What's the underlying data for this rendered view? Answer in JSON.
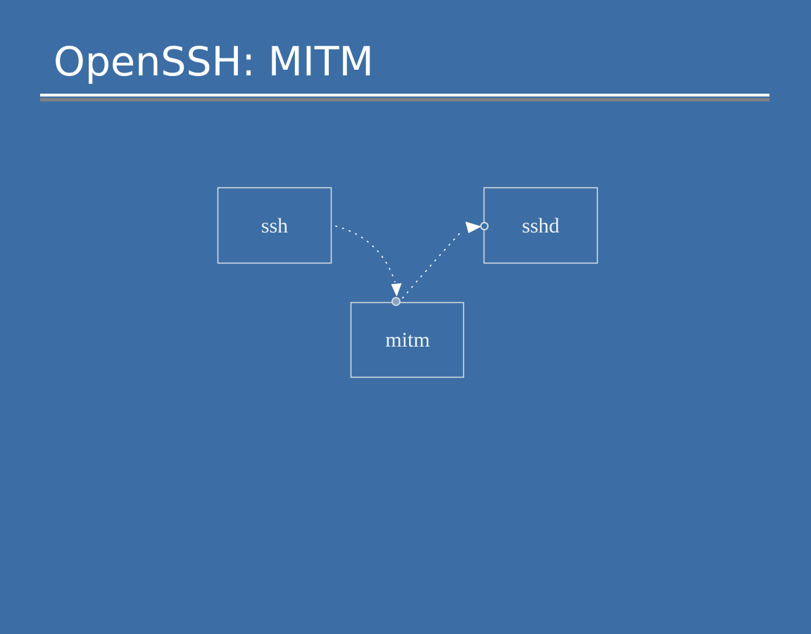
{
  "slide": {
    "title": "OpenSSH: MITM"
  },
  "colors": {
    "background": "#3C6EA5",
    "title_text": "#FFFFFF",
    "rule": "#FFFFFF",
    "rule_shadow": "#7E8186",
    "box_border": "#D9DEE6",
    "box_label_text": "#EDF1F7",
    "connector": "#FFFFFF",
    "mitm_port_fill": "#8CA3BF",
    "sshd_port_fill": "#3C6EA5",
    "port_ring": "#D5DDE6"
  },
  "diagram": {
    "nodes": [
      {
        "id": "ssh",
        "label": "ssh"
      },
      {
        "id": "sshd",
        "label": "sshd"
      },
      {
        "id": "mitm",
        "label": "mitm"
      }
    ],
    "connections": [
      {
        "from": "ssh",
        "to": "mitm",
        "style": "dotted",
        "end_marker": "arrow-with-port-circle"
      },
      {
        "from": "mitm",
        "to": "sshd",
        "style": "dotted",
        "end_marker": "arrow-with-port-circle"
      }
    ]
  }
}
